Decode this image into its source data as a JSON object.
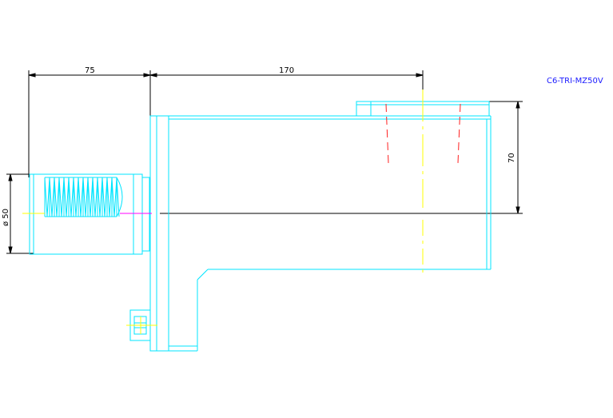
{
  "drawing": {
    "title": "C6-TRI-MZ50V",
    "dimensions": {
      "shank_length": "75",
      "body_length": "170",
      "height": "70",
      "diameter": "ø 50"
    }
  },
  "colors": {
    "background": "#ffffff",
    "outline": "#00e5ff",
    "dimension": "#000000",
    "title": "#1a1aff",
    "centerline": "#ffff00",
    "hidden_lines": "#ff2020",
    "axis_markers": "#ff00ff"
  }
}
